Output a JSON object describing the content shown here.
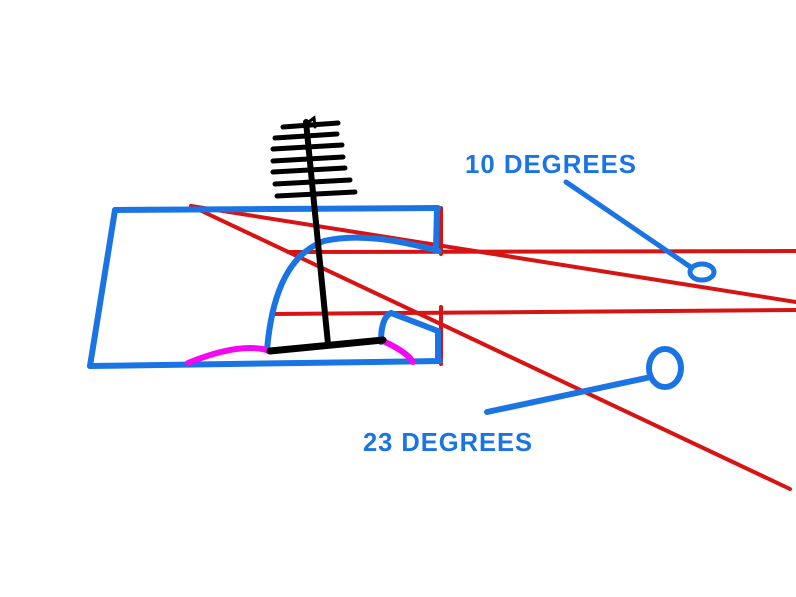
{
  "drawing": {
    "description": "hand-drawn angle diagram of a hull with antenna mast",
    "labels": {
      "angle_upper": "10 DEGREES",
      "angle_lower": "23 DEGREES"
    },
    "markers": {
      "upper": "small-ellipse-between-upper-red-lines",
      "lower": "circle-between-lower-red-lines"
    }
  },
  "colors": {
    "blue": "#1B74E4",
    "red": "#D61414",
    "magenta": "#F408F0",
    "black": "#000000",
    "background": "#FFFFFF"
  }
}
